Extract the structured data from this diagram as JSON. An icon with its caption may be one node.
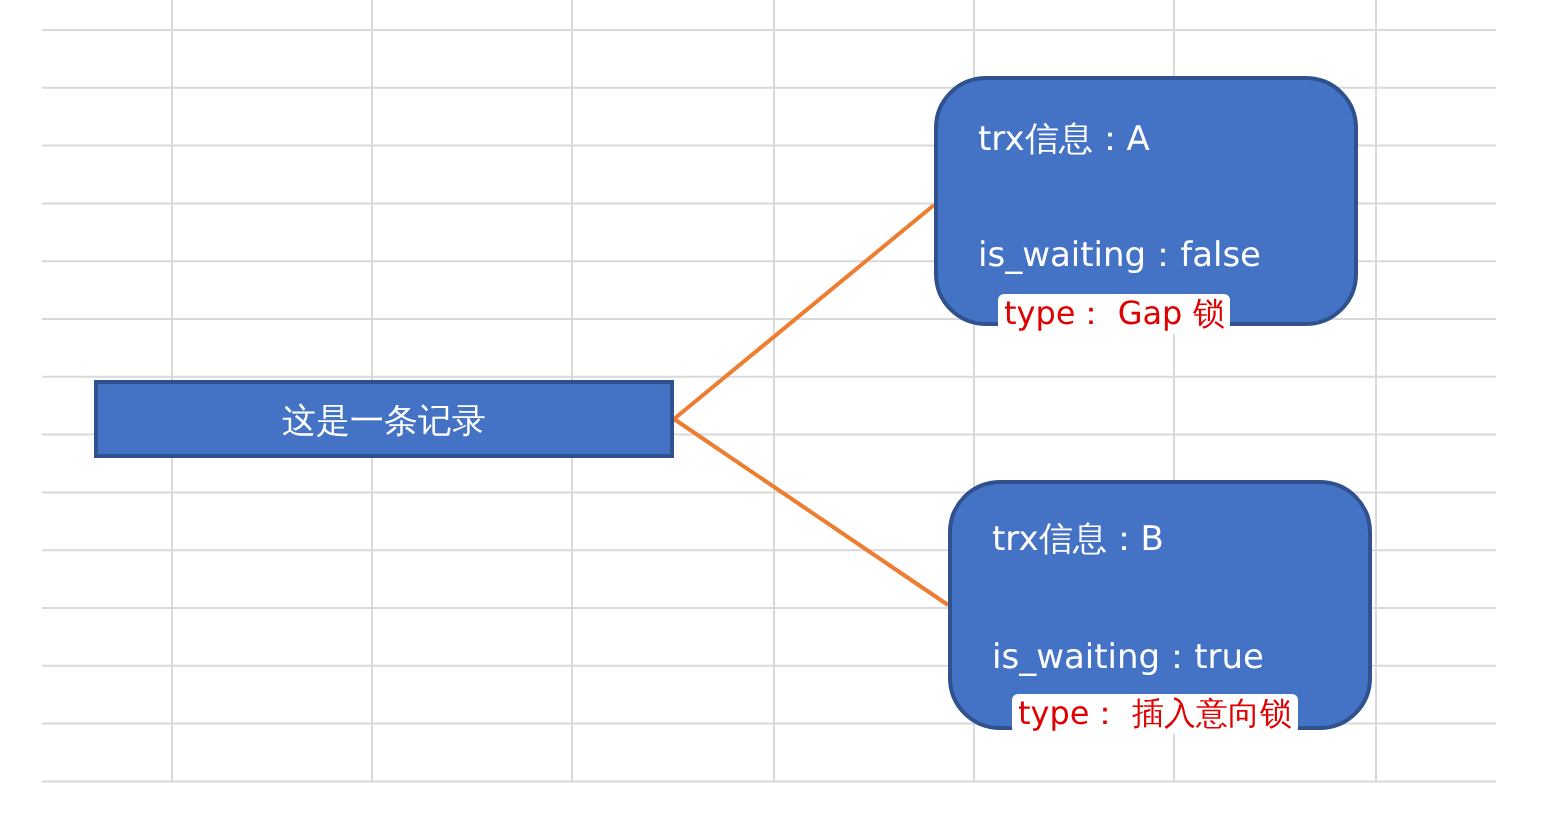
{
  "diagram": {
    "nodes": [
      {
        "text": [
          "这是一条记录"
        ]
      },
      {
        "text": [
          "trx信息：A",
          "is_waiting：false",
          "type： Gap 锁"
        ]
      },
      {
        "text": [
          "trx信息：B",
          "is_waiting：true",
          "type： 插入意向锁"
        ]
      }
    ],
    "edges": [
      {
        "from": 0,
        "to": 1,
        "arrow": "none"
      },
      {
        "from": 0,
        "to": 2,
        "arrow": "none"
      }
    ]
  }
}
